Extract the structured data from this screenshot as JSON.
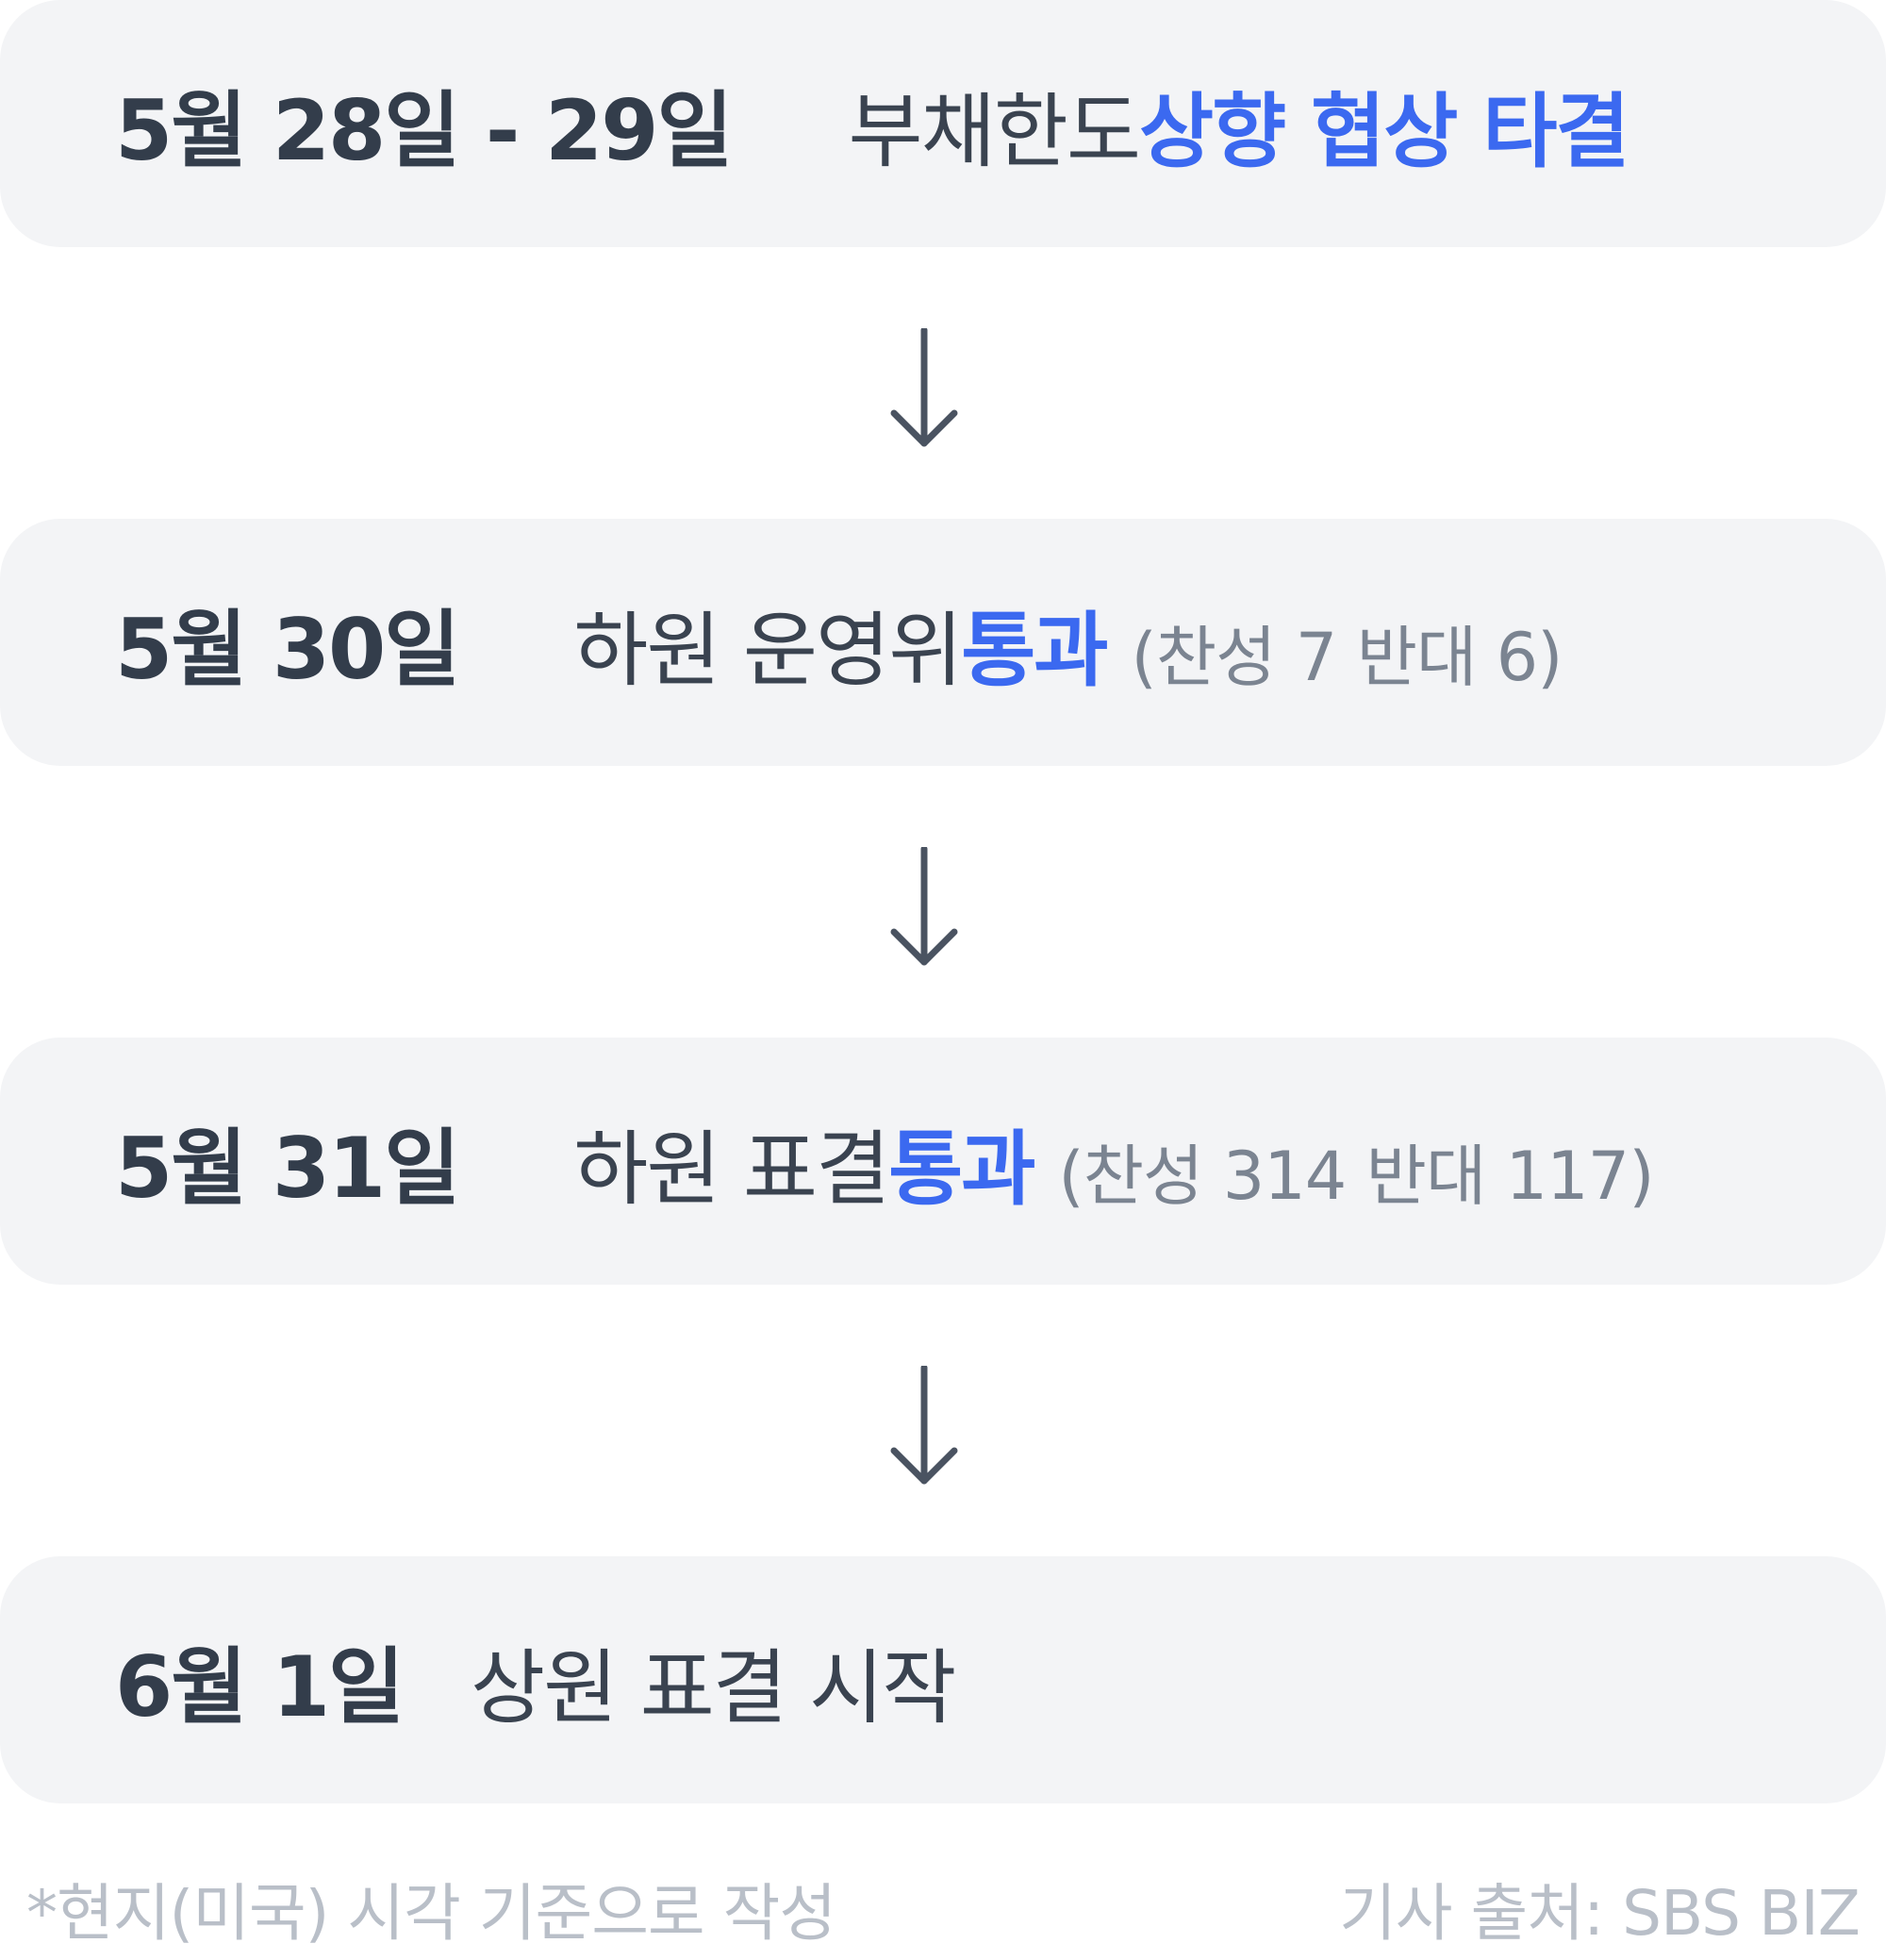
{
  "steps": [
    {
      "date": "5월 28일 - 29일",
      "text": "부채한도 ",
      "highlight": "상향 협상 타결",
      "note": ""
    },
    {
      "date": "5월 30일",
      "text": "하원 운영위 ",
      "highlight": "통과",
      "note": "(찬성 7 반대 6)"
    },
    {
      "date": "5월 31일",
      "text": "하원 표결 ",
      "highlight": "통과",
      "note": "(찬성 314 반대 117)"
    },
    {
      "date": "6월 1일",
      "text": "상원 표결 시작",
      "highlight": "",
      "note": ""
    }
  ],
  "footer": {
    "note": "*현지(미국) 시각 기준으로 작성",
    "source": "기사 출처: SBS BIZ"
  },
  "colors": {
    "card_bg": "#f3f4f6",
    "highlight": "#3b69f0",
    "text": "#333d4b",
    "note": "#7b8491",
    "footer": "#b9bfc8",
    "arrow": "#4a5361"
  }
}
